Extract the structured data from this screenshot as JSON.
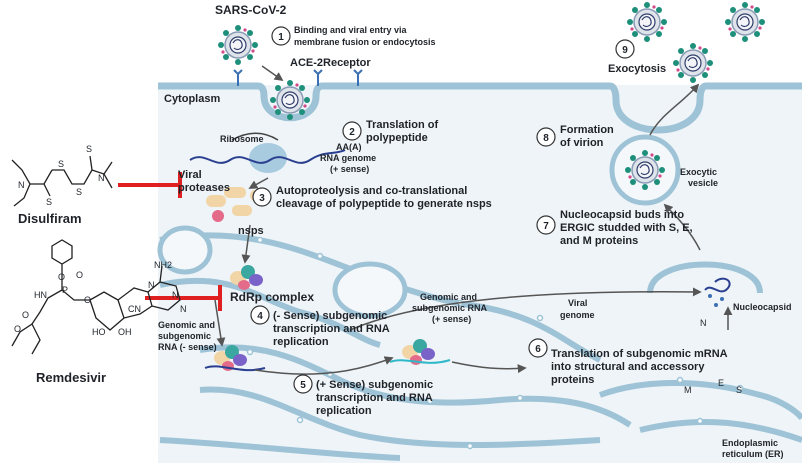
{
  "title": "SARS-CoV-2",
  "compartments": {
    "cytoplasm": "Cytoplasm",
    "er": [
      "Endoplasmic",
      "reticulum (ER)"
    ],
    "receptor": "ACE-2Receptor"
  },
  "steps": [
    {
      "num": "1",
      "lines": [
        "Binding and viral entry via",
        "membrane fusion or endocytosis"
      ]
    },
    {
      "num": "2",
      "lines": [
        "Translation of",
        "polypeptide"
      ]
    },
    {
      "num": "3",
      "lines": [
        "Autoproteolysis and co-translational",
        "cleavage of polypeptide to generate nsps"
      ]
    },
    {
      "num": "4",
      "lines": [
        "(- Sense) subgenomic",
        "transcription and RNA",
        "replication"
      ]
    },
    {
      "num": "5",
      "lines": [
        "(+ Sense) subgenomic",
        "transcription and RNA",
        "replication"
      ]
    },
    {
      "num": "6",
      "lines": [
        "Translation of subgenomic mRNA",
        "into structural and accessory",
        "proteins"
      ]
    },
    {
      "num": "7",
      "lines": [
        "Nucleocapsid buds into",
        "ERGIC studded with S, E,",
        "and M proteins"
      ]
    },
    {
      "num": "8",
      "lines": [
        "Formation",
        "of virion"
      ]
    },
    {
      "num": "9",
      "lines": [
        "Exocytosis"
      ]
    }
  ],
  "labels": {
    "ribosome": "Ribosome",
    "rna_genome": [
      "RNA genome",
      "(+ sense)"
    ],
    "polya": "AA(A)",
    "viral_proteases": [
      "Viral",
      "proteases"
    ],
    "nsps": "nsps",
    "rdrp": "RdRp complex",
    "genomic_neg": [
      "Genomic and",
      "subgenomic",
      "RNA (- sense)"
    ],
    "genomic_pos": [
      "Genomic and",
      "subgenomic RNA",
      "(+ sense)"
    ],
    "viral_genome": [
      "Viral",
      "genome"
    ],
    "nucleocapsid": "Nucleocapsid",
    "exocytic_vesicle": [
      "Exocytic",
      "vesicle"
    ],
    "n_letter": "N",
    "m_letter": "M",
    "e_letter": "E",
    "s_letter": "S"
  },
  "drugs": [
    {
      "name": "Disulfiram",
      "atoms": [
        "N",
        "S",
        "S",
        "S",
        "S",
        "N"
      ]
    },
    {
      "name": "Remdesivir",
      "atoms": [
        "O",
        "O",
        "P",
        "HN",
        "O",
        "O",
        "O",
        "N",
        "NH2",
        "N",
        "N",
        "HO",
        "OH",
        "CN"
      ]
    }
  ],
  "colors": {
    "membrane": "#9ec3d6",
    "cell_fill": "#eef4f8",
    "inhibitor": "#e02020",
    "arrow": "#555555",
    "virus_body": "#dfe3ea",
    "spike": "#1e8f7a"
  }
}
